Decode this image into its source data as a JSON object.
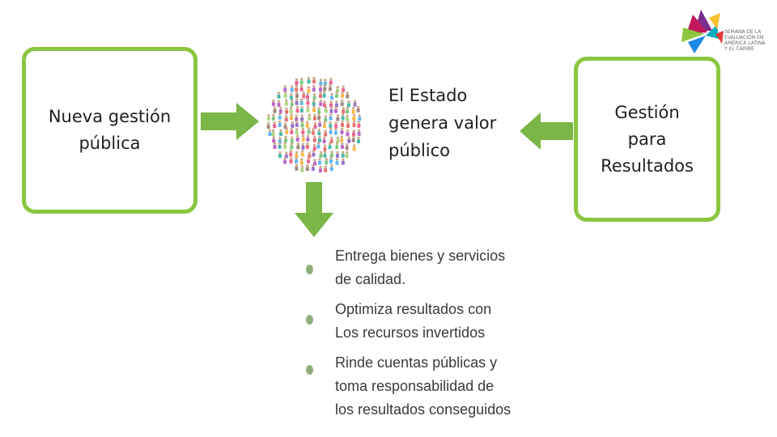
{
  "left_box": {
    "line1": "Nueva gestión",
    "line2": "pública"
  },
  "center_text": {
    "line1": "El Estado",
    "line2": "genera valor",
    "line3": "público"
  },
  "right_box": {
    "line1": "Gestión",
    "line2": "para",
    "line3": "Resultados"
  },
  "bullets": [
    {
      "line1": "Entrega bienes y servicios",
      "line2": "de calidad."
    },
    {
      "line1": "Optimiza resultados con",
      "line2": "Los recursos invertidos"
    },
    {
      "line1": "Rinde cuentas públicas y",
      "line2": "toma responsabilidad de",
      "line3": "los resultados conseguidos"
    }
  ],
  "logo": {
    "lines": [
      "SEMANA DE LA",
      "EVALUACIÓN EN",
      "AMÉRICA LATINA",
      "Y EL CARIBE"
    ]
  },
  "colors": {
    "accent_green": "#8cc63f",
    "arrow_green": "#7ab648",
    "bullet_gray_green": "#8fae7c"
  },
  "icons": {
    "crowd": "crowd-of-people-circle",
    "arrow_right": "arrow-right",
    "arrow_left": "arrow-left",
    "arrow_down": "arrow-down",
    "logo": "colorful-fan-logo"
  }
}
